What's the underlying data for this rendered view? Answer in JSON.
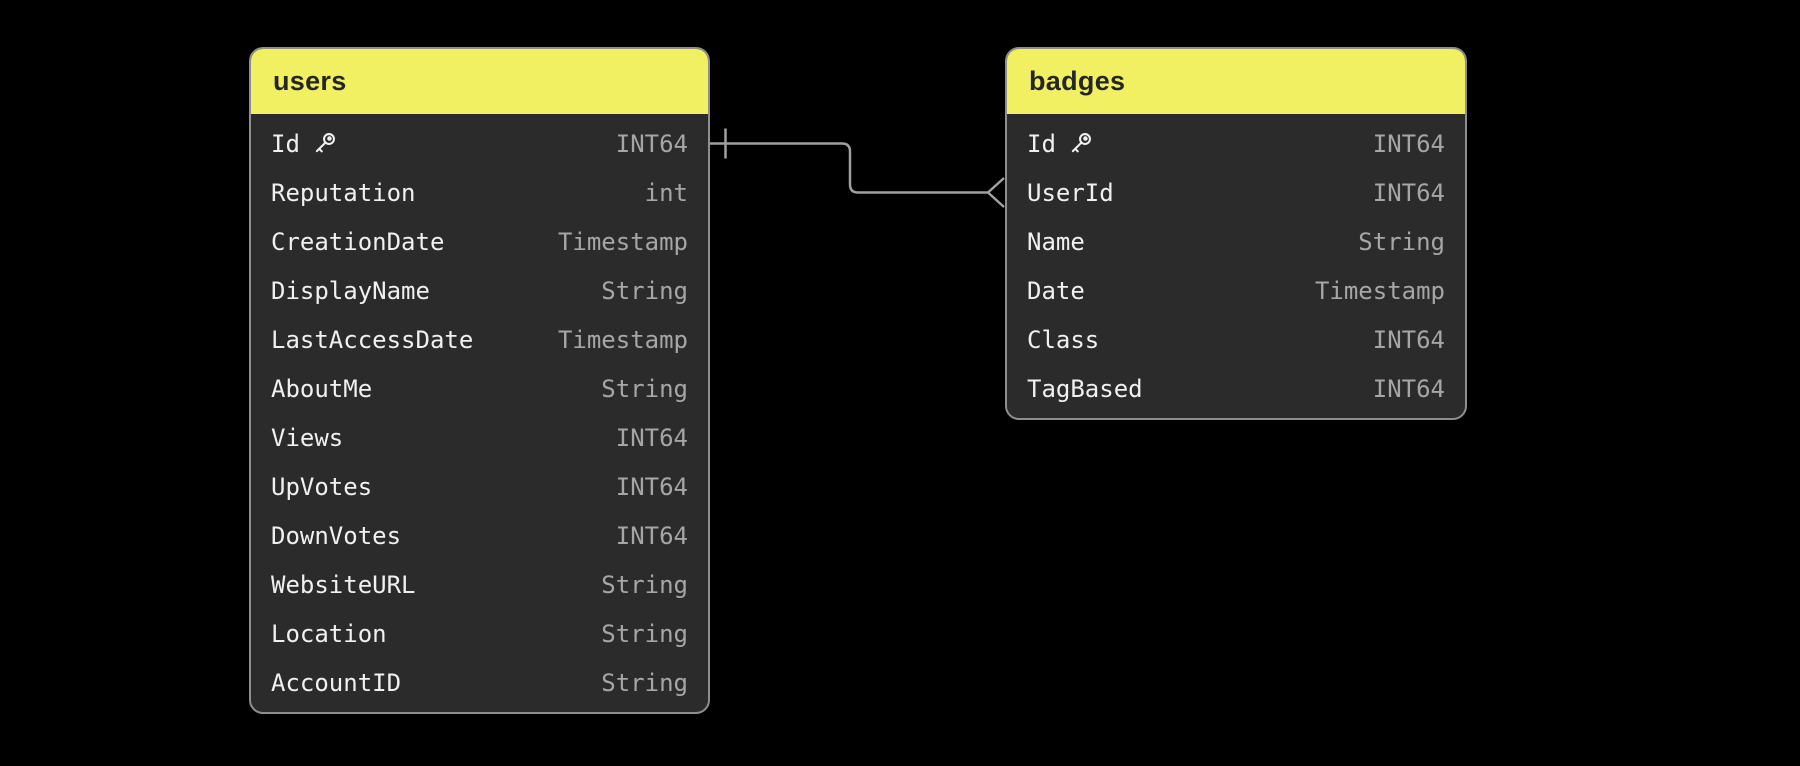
{
  "diagram": {
    "background_color": "#000000",
    "header_color": "#f1f063",
    "header_text_color": "#262626",
    "body_color": "#2b2b2b",
    "border_color": "#8e8e8e",
    "field_name_color": "#f0f0f0",
    "field_type_color": "#a6a6a6",
    "connector_color": "#a0a0a0"
  },
  "tables": [
    {
      "name": "users",
      "fields": [
        {
          "name": "Id",
          "type": "INT64",
          "primary_key": true
        },
        {
          "name": "Reputation",
          "type": "int",
          "primary_key": false
        },
        {
          "name": "CreationDate",
          "type": "Timestamp",
          "primary_key": false
        },
        {
          "name": "DisplayName",
          "type": "String",
          "primary_key": false
        },
        {
          "name": "LastAccessDate",
          "type": "Timestamp",
          "primary_key": false
        },
        {
          "name": "AboutMe",
          "type": "String",
          "primary_key": false
        },
        {
          "name": "Views",
          "type": "INT64",
          "primary_key": false
        },
        {
          "name": "UpVotes",
          "type": "INT64",
          "primary_key": false
        },
        {
          "name": "DownVotes",
          "type": "INT64",
          "primary_key": false
        },
        {
          "name": "WebsiteURL",
          "type": "String",
          "primary_key": false
        },
        {
          "name": "Location",
          "type": "String",
          "primary_key": false
        },
        {
          "name": "AccountID",
          "type": "String",
          "primary_key": false
        }
      ]
    },
    {
      "name": "badges",
      "fields": [
        {
          "name": "Id",
          "type": "INT64",
          "primary_key": true
        },
        {
          "name": "UserId",
          "type": "INT64",
          "primary_key": false
        },
        {
          "name": "Name",
          "type": "String",
          "primary_key": false
        },
        {
          "name": "Date",
          "type": "Timestamp",
          "primary_key": false
        },
        {
          "name": "Class",
          "type": "INT64",
          "primary_key": false
        },
        {
          "name": "TagBased",
          "type": "INT64",
          "primary_key": false
        }
      ]
    }
  ],
  "relationship": {
    "from_table": "users",
    "from_field": "Id",
    "to_table": "badges",
    "to_field": "UserId",
    "cardinality": "one-to-many",
    "from_marker": "one-tick",
    "to_marker": "crow-foot-many"
  }
}
